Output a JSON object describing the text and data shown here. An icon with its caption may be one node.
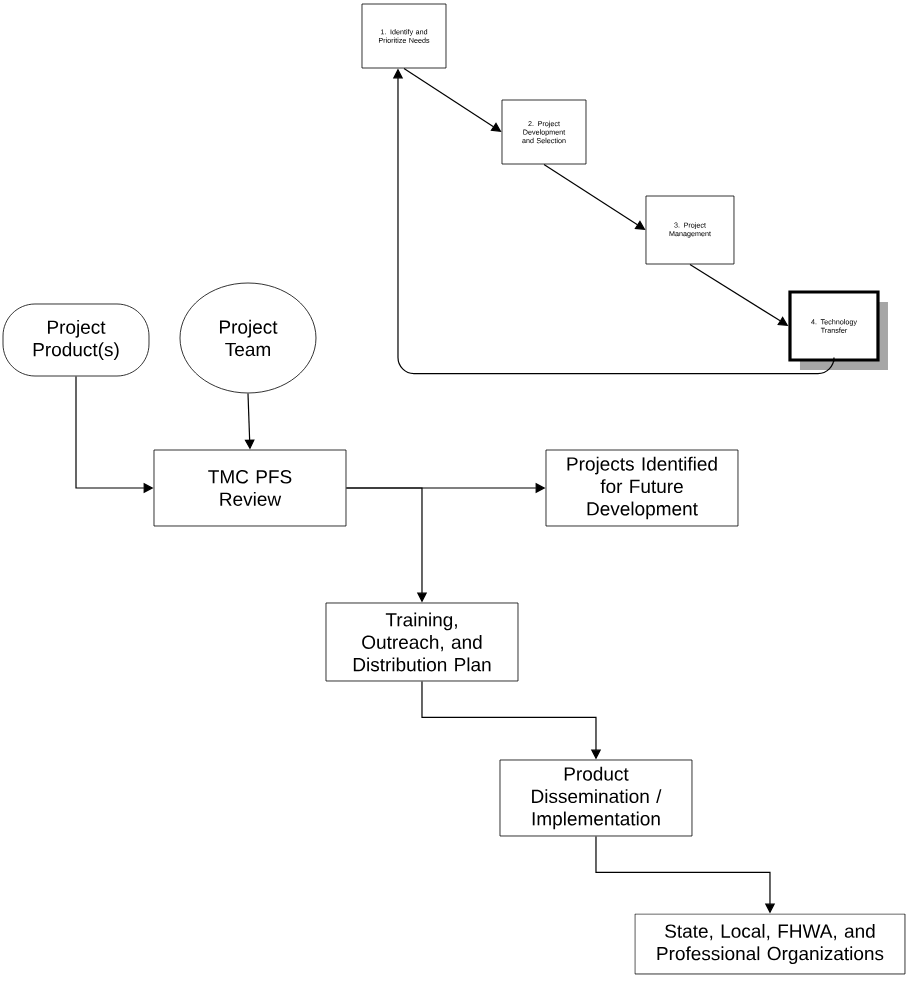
{
  "diagram": {
    "nodes": [
      {
        "text": [
          "1. Identify and Prioritize Needs"
        ]
      },
      {
        "text": [
          "2. Project Development and Selection"
        ]
      },
      {
        "text": [
          "3. Project Management"
        ]
      },
      {
        "text": [
          "4. Technology Transfer"
        ]
      },
      {
        "text": [
          "Project Product(s)"
        ]
      },
      {
        "text": [
          "Project Team"
        ]
      },
      {
        "text": [
          "TMC PFS Review"
        ]
      },
      {
        "text": [
          "Projects Identified for Future Development"
        ]
      },
      {
        "text": [
          "Training, Outreach, and Distribution Plan"
        ]
      },
      {
        "text": [
          "Product Dissemination / Implementation"
        ]
      },
      {
        "text": [
          "State, Local, FHWA, and Professional Organizations"
        ]
      }
    ],
    "edges": [
      {
        "from": 0,
        "to": 1,
        "arrow": "to"
      },
      {
        "from": 1,
        "to": 2,
        "arrow": "to"
      },
      {
        "from": 2,
        "to": 3,
        "arrow": "to"
      },
      {
        "from": 3,
        "to": 0,
        "arrow": "to"
      },
      {
        "from": 4,
        "to": 6,
        "arrow": "to"
      },
      {
        "from": 5,
        "to": 6,
        "arrow": "to"
      },
      {
        "from": 6,
        "to": 7,
        "arrow": "to"
      },
      {
        "from": 6,
        "to": 8,
        "arrow": "to"
      },
      {
        "from": 8,
        "to": 9,
        "arrow": "to"
      },
      {
        "from": 9,
        "to": 10,
        "arrow": "to"
      }
    ]
  }
}
